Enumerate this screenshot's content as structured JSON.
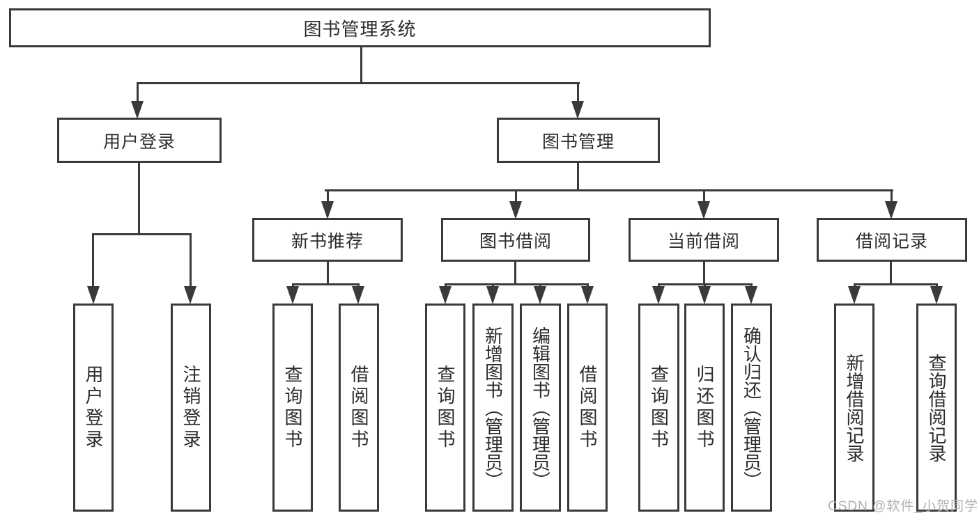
{
  "colors": {
    "background": "#ffffff",
    "line": "#3a3a3c",
    "box_border": "#3a3a3c",
    "text": "#2c2c2e",
    "watermark_text": "#b1b1b1"
  },
  "watermark": {
    "text": "CSDN @软件_小贺同学"
  },
  "tree": {
    "label": "图书管理系统",
    "children": [
      {
        "label": "用户登录",
        "children": [
          {
            "label": "用户登录"
          },
          {
            "label": "注销登录"
          }
        ]
      },
      {
        "label": "图书管理",
        "children": [
          {
            "label": "新书推荐",
            "children": [
              {
                "label": "查询图书"
              },
              {
                "label": "借阅图书"
              }
            ]
          },
          {
            "label": "图书借阅",
            "children": [
              {
                "label": "查询图书"
              },
              {
                "label": "新增图书（管理员）"
              },
              {
                "label": "编辑图书（管理员）"
              },
              {
                "label": "借阅图书"
              }
            ]
          },
          {
            "label": "当前借阅",
            "children": [
              {
                "label": "查询图书"
              },
              {
                "label": "归还图书"
              },
              {
                "label": "确认归还（管理员）"
              }
            ]
          },
          {
            "label": "借阅记录",
            "children": [
              {
                "label": "新增借阅记录"
              },
              {
                "label": "查询借阅记录"
              }
            ]
          }
        ]
      }
    ]
  }
}
